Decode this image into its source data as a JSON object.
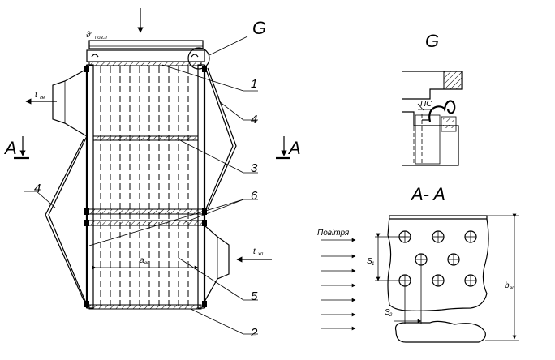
{
  "main_view": {
    "theta_label": "ϑ'",
    "theta_sub": "пов.п",
    "t_gas": "t",
    "t_gas_sub": "ге",
    "t_cold": "t",
    "t_cold_sub": "хп",
    "a_label": "a",
    "a_sub": "вп",
    "section_marker": "A",
    "detail_callout": "G",
    "parts": [
      "1",
      "2",
      "3",
      "4",
      "5",
      "6"
    ]
  },
  "detail_view": {
    "title": "G",
    "seal_label": "ПС"
  },
  "section_view": {
    "title": "A- A",
    "air_label": "Повітря",
    "s1": "S",
    "s1_sub": "1",
    "s2": "S",
    "s2_sub": "2",
    "b_label": "b",
    "b_sub": "вп"
  }
}
